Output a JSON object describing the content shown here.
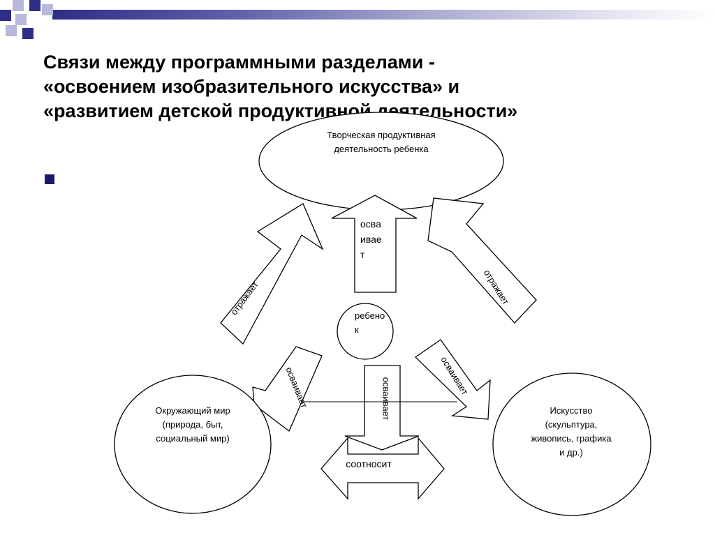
{
  "title": {
    "lines": [
      "Связи между программными разделами -",
      "«освоением изобразительного  искусства» и",
      "«развитием детской продуктивной деятельности»"
    ]
  },
  "nodes": {
    "top": [
      "Творческая  продуктивная",
      "деятельность ребенка"
    ],
    "child": [
      "ребено",
      "к"
    ],
    "left": [
      "Окружающий мир",
      "(природа, быт,",
      "социальный мир)"
    ],
    "right": [
      "Искусство",
      "(скульптура,",
      "живопись, графика",
      "и др.)"
    ]
  },
  "arrows": {
    "left_up": "отражает",
    "center_up": [
      "осва",
      "ивае",
      "т"
    ],
    "right_up": "отражает",
    "left_down": "осваивает",
    "center_down": "осваивает",
    "right_down": "осваивает",
    "bottom_double": "соотносит"
  },
  "colors": {
    "bar_dark": "#2e2e86",
    "square_dark": "#2e2e86",
    "square_light": "#b8b8dc",
    "bullet": "#1b1b6b"
  }
}
